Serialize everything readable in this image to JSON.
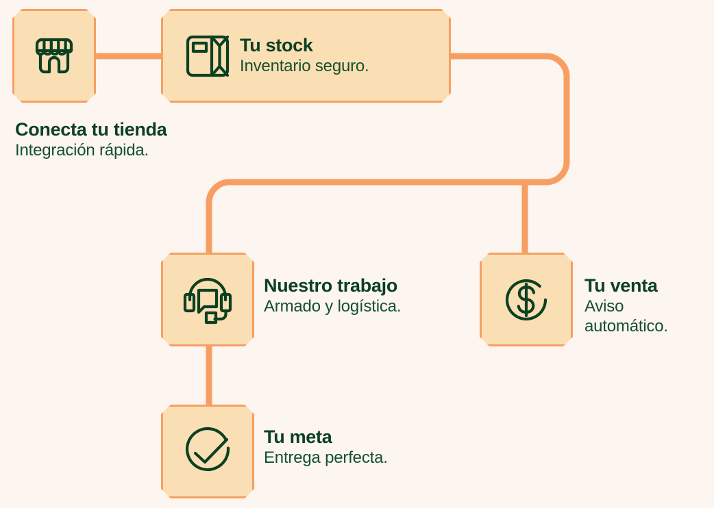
{
  "theme": {
    "background": "#fdf5f0",
    "card_fill": "#fbdfb4",
    "card_border": "#f79f62",
    "connector": "#f79f62",
    "icon_stroke": "#0c4023",
    "title_color": "#0c4023",
    "subtitle_color": "#14502c"
  },
  "diagram": {
    "type": "flowchart",
    "nodes": [
      {
        "id": "store",
        "icon": "storefront-icon",
        "title": "Conecta tu tienda",
        "subtitle": "Integración rápida.",
        "label_position": "below"
      },
      {
        "id": "stock",
        "icon": "package-box-icon",
        "title": "Tu stock",
        "subtitle": "Inventario seguro.",
        "label_position": "inside-right"
      },
      {
        "id": "work",
        "icon": "headset-support-icon",
        "title": "Nuestro trabajo",
        "subtitle": "Armado y logística.",
        "label_position": "right"
      },
      {
        "id": "sale",
        "icon": "dollar-circle-icon",
        "title": "Tu venta",
        "subtitle": "Aviso automático.",
        "label_position": "right"
      },
      {
        "id": "goal",
        "icon": "check-circle-icon",
        "title": "Tu meta",
        "subtitle": "Entrega perfecta.",
        "label_position": "right"
      }
    ],
    "connections": [
      {
        "from": "store",
        "to": "stock"
      },
      {
        "from": "stock",
        "to": "work"
      },
      {
        "from": "stock",
        "to": "sale"
      },
      {
        "from": "work",
        "to": "goal"
      }
    ]
  }
}
